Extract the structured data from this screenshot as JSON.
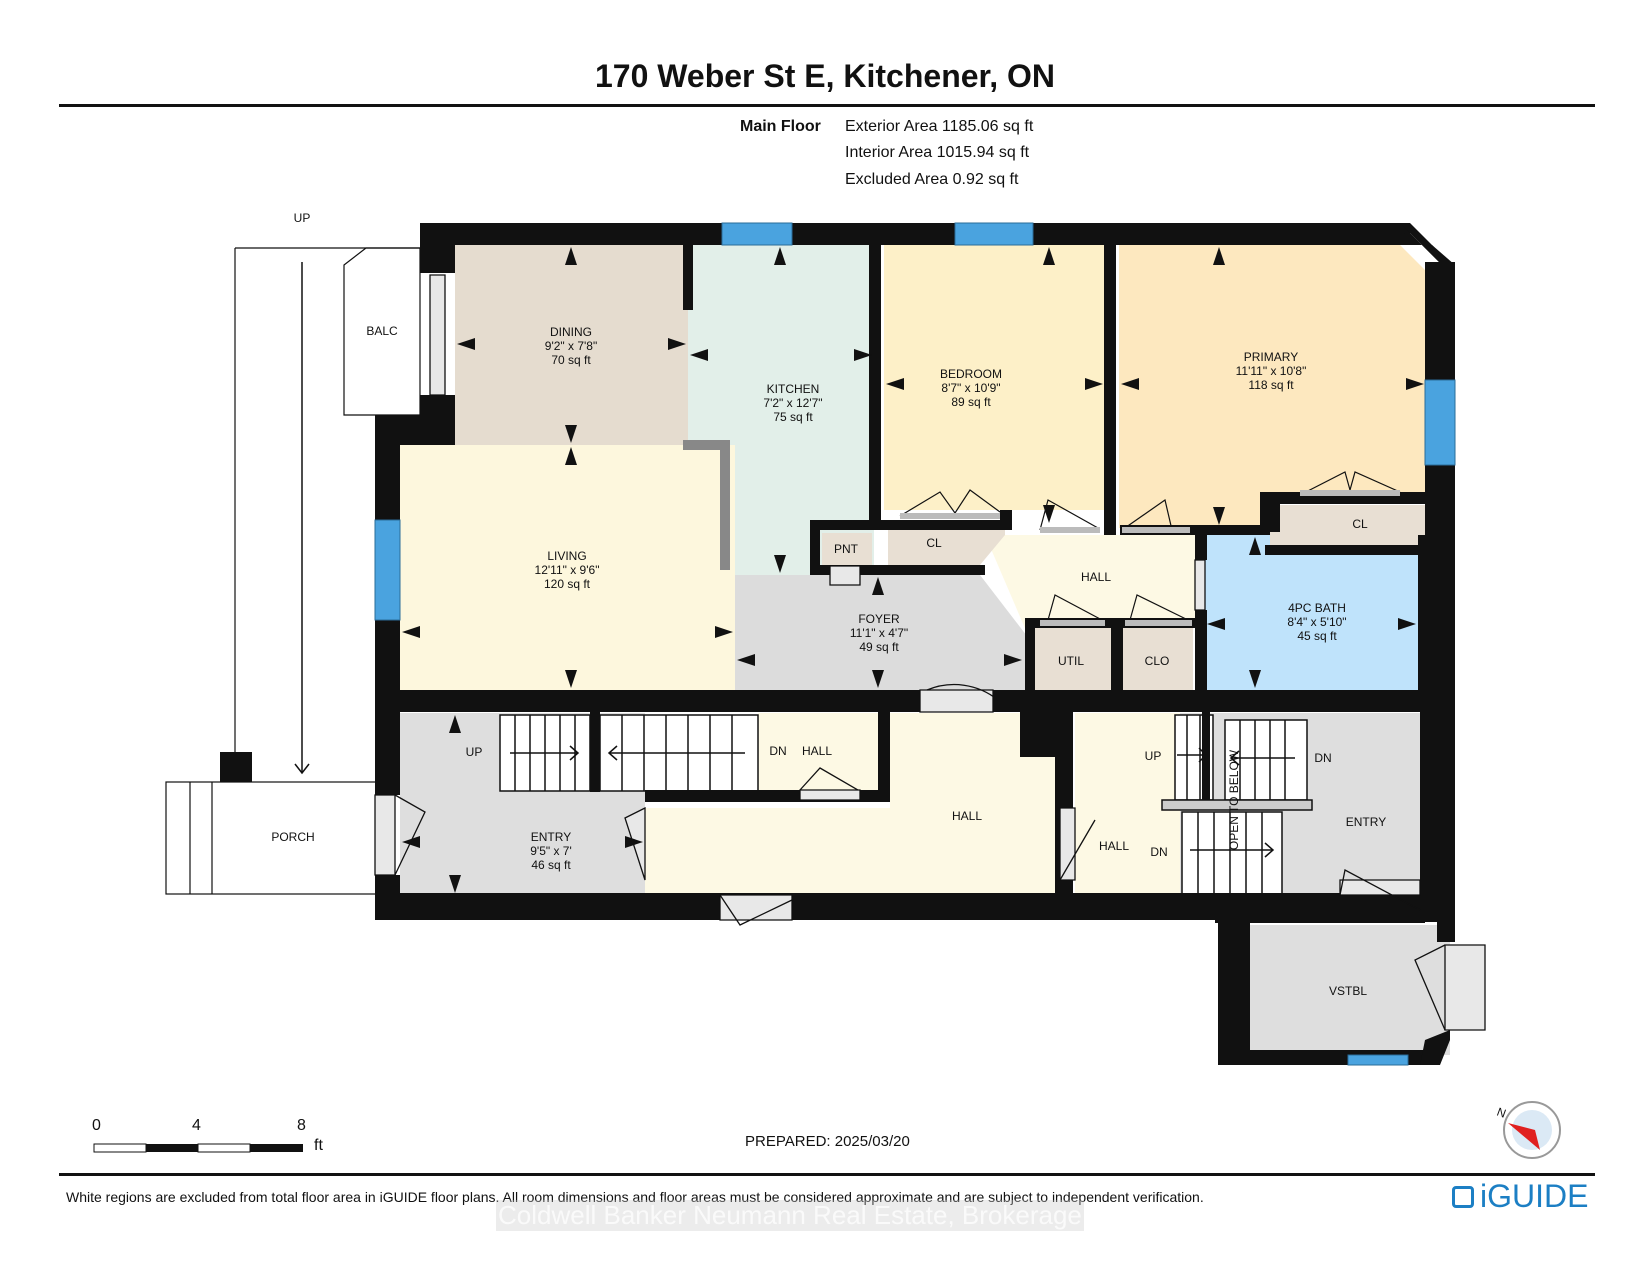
{
  "header": {
    "title": "170 Weber St E, Kitchener, ON",
    "floor_name": "Main Floor",
    "areas": [
      "Exterior Area 1185.06 sq ft",
      "Interior Area 1015.94 sq ft",
      "Excluded Area 0.92 sq ft"
    ]
  },
  "rooms": {
    "dining": {
      "name": "DINING",
      "dims": "9'2\" x 7'8\"",
      "area": "70 sq ft"
    },
    "kitchen": {
      "name": "KITCHEN",
      "dims": "7'2\" x 12'7\"",
      "area": "75 sq ft"
    },
    "bedroom": {
      "name": "BEDROOM",
      "dims": "8'7\" x 10'9\"",
      "area": "89 sq ft"
    },
    "primary": {
      "name": "PRIMARY",
      "dims": "11'11\" x 10'8\"",
      "area": "118 sq ft"
    },
    "living": {
      "name": "LIVING",
      "dims": "12'11\" x 9'6\"",
      "area": "120 sq ft"
    },
    "foyer": {
      "name": "FOYER",
      "dims": "11'1\" x 4'7\"",
      "area": "49 sq ft"
    },
    "bath": {
      "name": "4PC BATH",
      "dims": "8'4\" x 5'10\"",
      "area": "45 sq ft"
    },
    "entry_left": {
      "name": "ENTRY",
      "dims": "9'5\" x 7'",
      "area": "46 sq ft"
    }
  },
  "labels": {
    "balc": "BALC",
    "up_outside": "UP",
    "porch": "PORCH",
    "pnt": "PNT",
    "cl1": "CL",
    "cl2": "CL",
    "hall_top": "HALL",
    "util": "UTIL",
    "clo": "CLO",
    "up_stair_left": "UP",
    "dn_hall": "DN",
    "hall_small": "HALL",
    "hall_mid": "HALL",
    "up_right": "UP",
    "dn_right_top": "DN",
    "open_to_below": "OPEN TO BELOW",
    "hall_right": "HALL",
    "dn_right_bottom": "DN",
    "entry_right": "ENTRY",
    "vstbl": "VSTBL"
  },
  "scale": {
    "ticks": [
      "0",
      "4",
      "8"
    ],
    "unit": "ft"
  },
  "compass": {
    "label": "N"
  },
  "footer": {
    "prepared": "PREPARED: 2025/03/20",
    "disclaimer": "White regions are excluded from total floor area in iGUIDE floor plans. All room dimensions and floor areas must be considered approximate and are subject to independent verification.",
    "watermark": "Coldwell Banker Neumann Real Estate, Brokerage",
    "brand": "iGUIDE"
  },
  "colors": {
    "wall": "#111111",
    "window": "#4aa3df",
    "dining": "#e5dccf",
    "kitchen": "#e2efe9",
    "bedroom": "#fdf0c8",
    "primary": "#fde8bf",
    "living": "#fdf7dd",
    "foyer": "#dcdcdc",
    "bath": "#bfe3fb",
    "closet": "#e8dfd3",
    "hall": "#fdf9e4",
    "entry": "#dedede",
    "brand": "#1c7fc4"
  }
}
